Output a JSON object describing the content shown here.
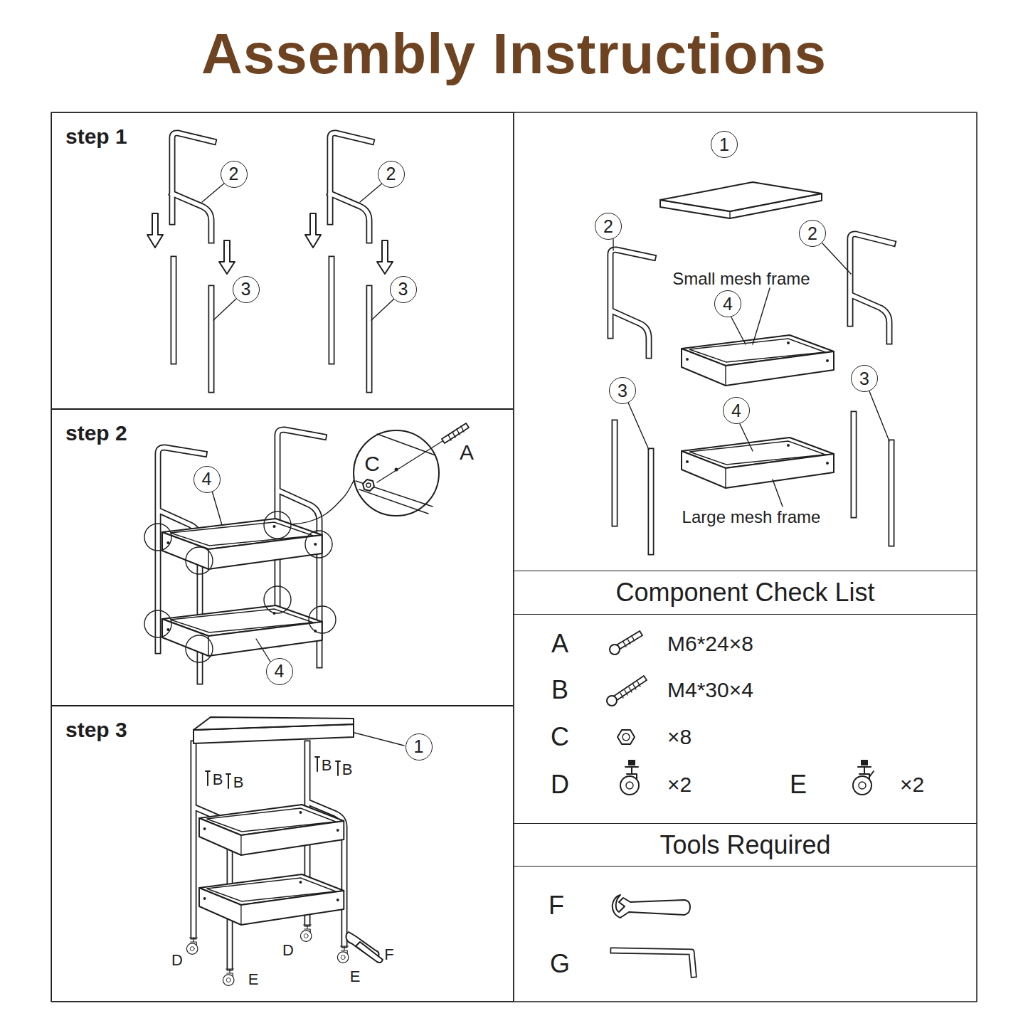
{
  "diagram": {
    "title": "Assembly Instructions",
    "nodes": [
      {
        "text": [
          "step 1"
        ]
      },
      {
        "text": [
          "2"
        ],
        "in": 0
      },
      {
        "text": [
          "2"
        ],
        "in": 0
      },
      {
        "text": [
          "3"
        ],
        "in": 0
      },
      {
        "text": [
          "3"
        ],
        "in": 0
      },
      {
        "text": [
          "1"
        ]
      },
      {
        "text": [
          "2"
        ]
      },
      {
        "text": [
          "2"
        ]
      },
      {
        "text": [
          "4"
        ]
      },
      {
        "text": [
          "3"
        ]
      },
      {
        "text": [
          "3"
        ]
      },
      {
        "text": [
          "4"
        ]
      },
      {
        "text": [
          "step 2"
        ]
      },
      {
        "text": [
          "4"
        ],
        "in": 12
      },
      {
        "text": [
          "4"
        ],
        "in": 12
      },
      {
        "text": [
          "step 3"
        ]
      },
      {
        "text": [
          "1"
        ],
        "in": 15
      },
      {
        "text": [
          "Component Check List"
        ]
      },
      {
        "text": [
          "Tools Required"
        ]
      }
    ],
    "labels": [
      "Small mesh frame",
      "Large mesh frame",
      "C",
      "A",
      "B",
      "B",
      "B",
      "B",
      "D",
      "D",
      "E",
      "E",
      "F",
      "A",
      "M6*24×8",
      "B",
      "M4*30×4",
      "C",
      "×8",
      "D",
      "×2",
      "E",
      "×2",
      "F",
      "G"
    ]
  }
}
